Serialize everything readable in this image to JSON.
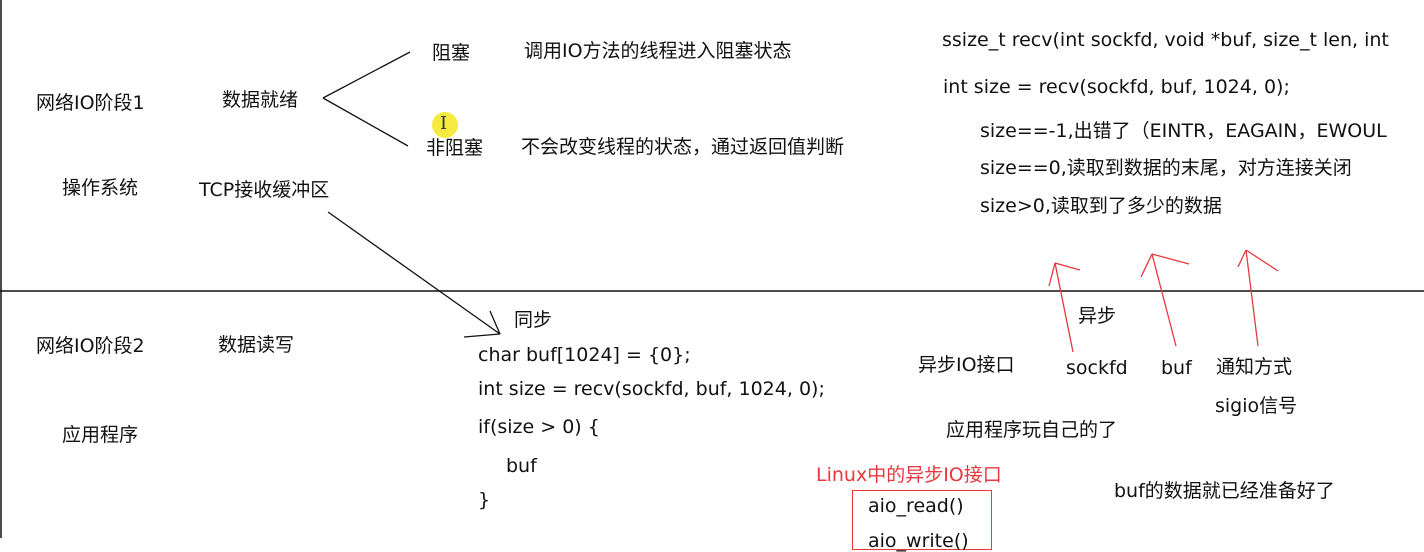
{
  "colors": {
    "ink": "#111111",
    "annotation_red": "#e8383d",
    "cursor_highlight": "#f5e51d",
    "background": "#ffffff"
  },
  "stage1": {
    "title": "网络IO阶段1",
    "subtitle": "操作系统",
    "state": "数据就绪",
    "buffer": "TCP接收缓冲区",
    "branches": [
      {
        "label": "阻塞",
        "desc": "调用IO方法的线程进入阻塞状态"
      },
      {
        "label": "非阻塞",
        "desc": "不会改变线程的状态，通过返回值判断"
      }
    ]
  },
  "recv_notes": {
    "signature": "ssize_t recv(int sockfd, void *buf, size_t len, int",
    "call": "int size = recv(sockfd, buf, 1024, 0);",
    "cases": [
      "size==-1,出错了（EINTR，EAGAIN，EWOUL",
      "size==0,读取到数据的末尾，对方连接关闭",
      "size>0,读取到了多少的数据"
    ]
  },
  "stage2": {
    "title": "网络IO阶段2",
    "subtitle": "应用程序",
    "state": "数据读写",
    "sync_label": "同步",
    "code": [
      "char buf[1024] = {0};",
      "int size = recv(sockfd, buf, 1024, 0);",
      "if(size > 0) {",
      "buf",
      "}"
    ]
  },
  "async": {
    "label": "异步",
    "interface": "异步IO接口",
    "params": [
      "sockfd",
      "buf",
      "通知方式"
    ],
    "signal": "sigio信号",
    "app_note": "应用程序玩自己的了",
    "ready_note": "buf的数据就已经准备好了",
    "linux_title": "Linux中的异步IO接口",
    "linux_funcs": [
      "aio_read()",
      "aio_write()"
    ]
  },
  "cursor": {
    "icon": "text-cursor-icon"
  }
}
